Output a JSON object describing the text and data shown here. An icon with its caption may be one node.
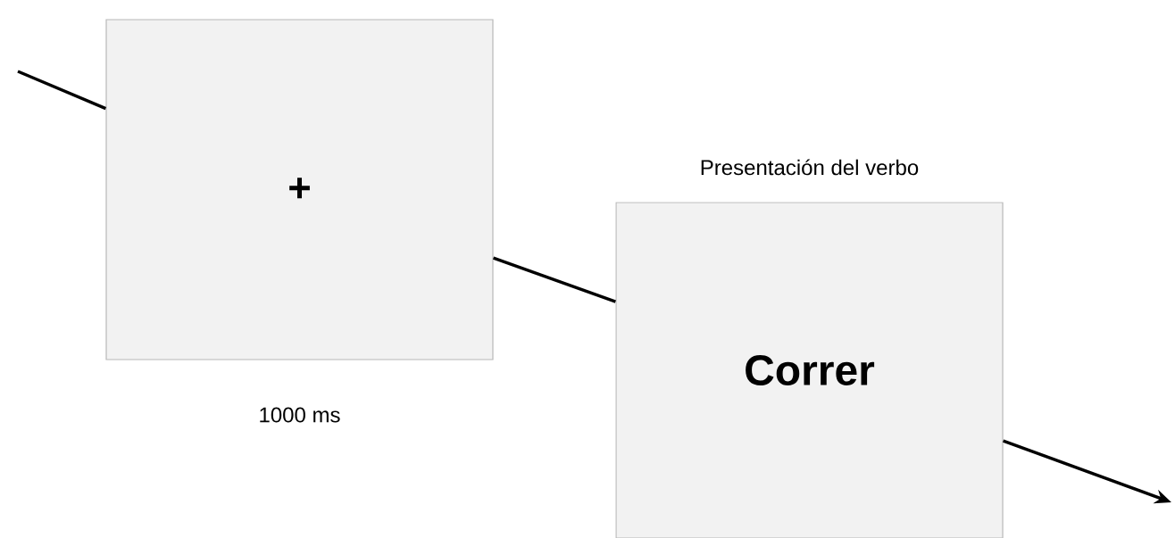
{
  "diagram": {
    "nodes": [
      {
        "text": [
          "+"
        ],
        "beside": [
          "1000 ms"
        ]
      },
      {
        "text": [
          "Presentación del verbo",
          "Correr"
        ]
      }
    ],
    "edges": [
      {
        "from": null,
        "to": 0,
        "arrow": "none"
      },
      {
        "from": 0,
        "to": 1,
        "arrow": "none"
      },
      {
        "from": 1,
        "to": null,
        "arrow": "to"
      }
    ]
  }
}
